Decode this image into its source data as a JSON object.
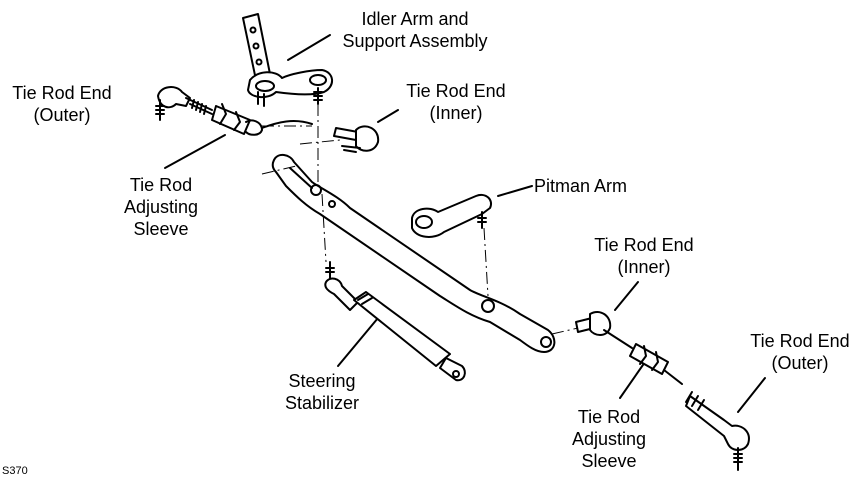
{
  "labels": {
    "idler_arm": [
      "Idler Arm and",
      "Support Assembly"
    ],
    "tie_rod_end_outer_left": [
      "Tie Rod End",
      "(Outer)"
    ],
    "tie_rod_end_inner_top": [
      "Tie Rod End",
      "(Inner)"
    ],
    "tie_rod_adjusting_sleeve_left": [
      "Tie Rod",
      "Adjusting",
      "Sleeve"
    ],
    "pitman_arm": [
      "Pitman Arm"
    ],
    "tie_rod_end_inner_right": [
      "Tie Rod End",
      "(Inner)"
    ],
    "tie_rod_end_outer_right": [
      "Tie Rod End",
      "(Outer)"
    ],
    "steering_stabilizer": [
      "Steering",
      "Stabilizer"
    ],
    "tie_rod_adjusting_sleeve_right": [
      "Tie Rod",
      "Adjusting",
      "Sleeve"
    ]
  },
  "figure_id": "S370",
  "colors": {
    "line": "#000000",
    "background": "#ffffff"
  }
}
